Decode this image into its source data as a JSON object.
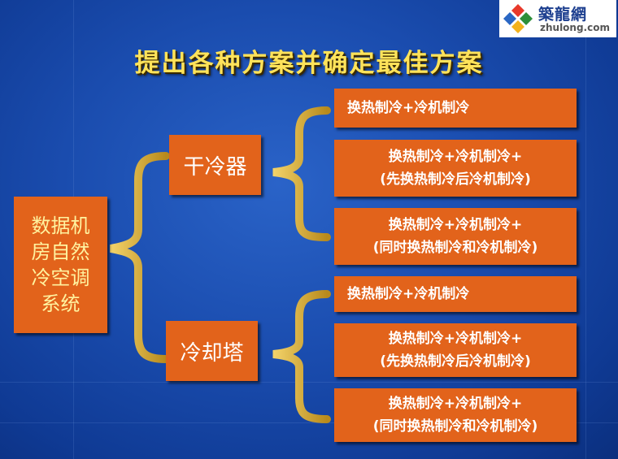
{
  "logo": {
    "name_cn": "築龍網",
    "url_text": "zhulong.com"
  },
  "title": "提出各种方案并确定最佳方案",
  "root": {
    "label": "数据机\n房自然\n冷空调\n系统"
  },
  "branches": [
    {
      "label": "干冷器",
      "options": [
        "换热制冷+冷机制冷",
        "换热制冷+冷机制冷+\n(先换热制冷后冷机制冷)",
        "换热制冷+冷机制冷+\n(同时换热制冷和冷机制冷)"
      ]
    },
    {
      "label": "冷却塔",
      "options": [
        "换热制冷+冷机制冷",
        "换热制冷+冷机制冷+\n(先换热制冷后冷机制冷)",
        "换热制冷+冷机制冷+\n(同时换热制冷和冷机制冷)"
      ]
    }
  ],
  "colors": {
    "box": "#e2631b",
    "brace": "#d9b23a",
    "title": "#ffe35a",
    "background": "#1a4cae"
  }
}
